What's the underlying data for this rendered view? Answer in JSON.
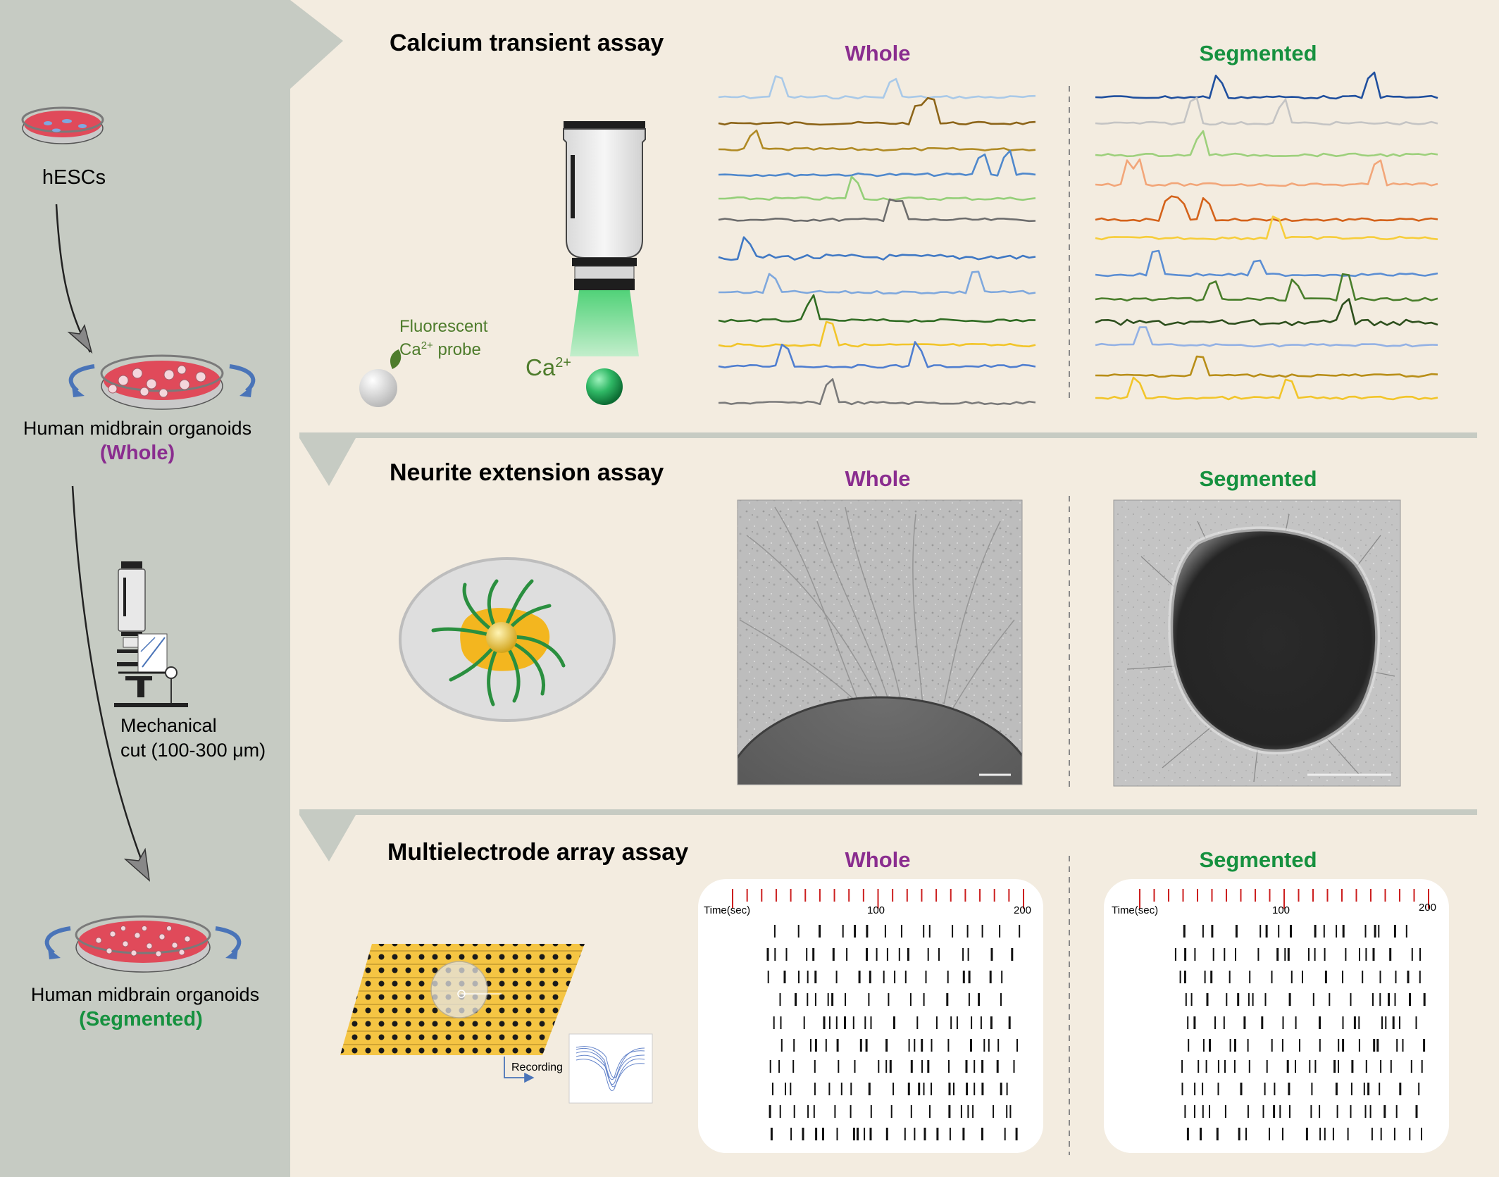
{
  "colors": {
    "sidebar": "#c6cbc3",
    "panel": "#f3ece0",
    "whole_label": "#8a2d8f",
    "segmented_label": "#16913f",
    "probe_text": "#4e7c2c",
    "raster_tick_top": "#cc1f1f"
  },
  "sidebar": {
    "step1_label": "hESCs",
    "step2_label": "Human midbrain organoids",
    "step2_tag": "(Whole)",
    "cut_line1": "Mechanical",
    "cut_line2": "cut (100-300 μm)",
    "step3_label": "Human midbrain organoids",
    "step3_tag": "(Segmented)"
  },
  "calcium": {
    "title": "Calcium transient assay",
    "whole_label": "Whole",
    "segmented_label": "Segmented",
    "probe_line1": "Fluorescent",
    "probe_line2_base": "Ca",
    "probe_line2_sup": "2+",
    "probe_line2_rest": " probe",
    "ca_base": "Ca",
    "ca_sup": "2+"
  },
  "neurite": {
    "title": "Neurite extension assay",
    "whole_label": "Whole",
    "segmented_label": "Segmented"
  },
  "mea": {
    "title": "Multielectrode array assay",
    "whole_label": "Whole",
    "segmented_label": "Segmented",
    "recording_label": "Recording",
    "time_label": "Time(sec)",
    "tick_100": "100",
    "tick_200": "200"
  }
}
